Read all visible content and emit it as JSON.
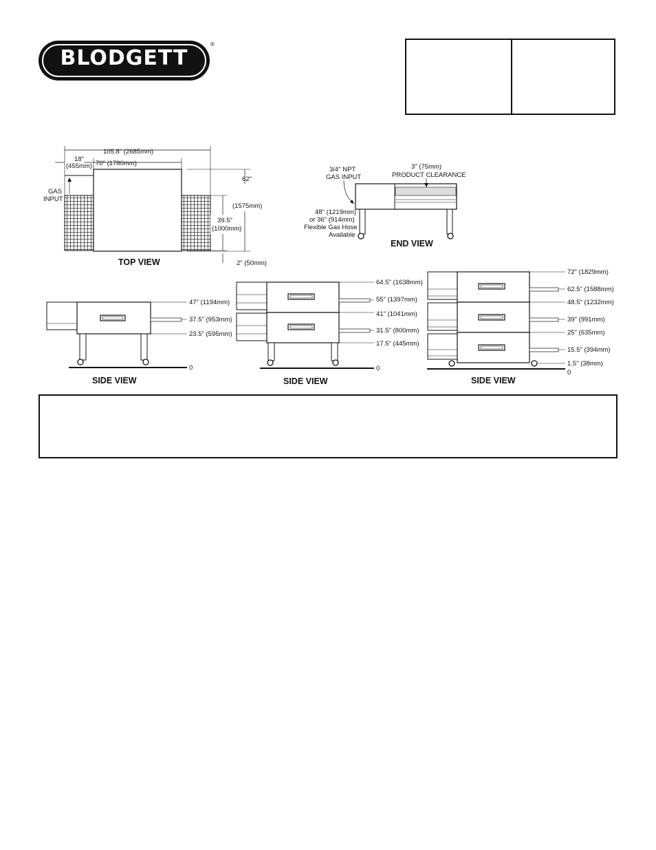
{
  "brand": {
    "logo_text": "BLODGETT",
    "registered_mark": "®"
  },
  "top_view": {
    "title": "TOP VIEW",
    "dim_overall": "105.8\" (2685mm)",
    "dim_conveyor_ext_line1": "18\"",
    "dim_conveyor_ext_line2": "(455mm)",
    "dim_oven": "70\" (1780mm)",
    "gas_input_line1": "GAS",
    "gas_input_line2": "INPUT",
    "dim_depth_line1": "62\"",
    "dim_depth_line2": "(1575mm)",
    "dim_belt_line1": "39.5\"",
    "dim_belt_line2": "(1000mm)",
    "dim_clearance": "2\" (50mm)"
  },
  "end_view": {
    "title": "END VIEW",
    "gas_line1": "3/4\" NPT",
    "gas_line2": "GAS INPUT",
    "clearance_line1": "3\" (75mm)",
    "clearance_line2": "PRODUCT CLEARANCE",
    "hose_line1": "48\" (1219mm)",
    "hose_line2": "or 36\" (914mm)",
    "hose_line3": "Flexible Gas Hose",
    "hose_line4": "Available"
  },
  "side_view_single": {
    "title": "SIDE VIEW",
    "dims": [
      "47\" (1194mm)",
      "37.5\" (953mm)",
      "23.5\" (595mm)"
    ],
    "zero": "0"
  },
  "side_view_double": {
    "title": "SIDE VIEW",
    "dims": [
      "64.5\" (1638mm)",
      "55\" (1397mm)",
      "41\" (1041mm)",
      "31.5\" (800mm)",
      "17.5\" (445mm)"
    ],
    "zero": "0"
  },
  "side_view_triple": {
    "title": "SIDE VIEW",
    "dims": [
      "72\" (1829mm)",
      "62.5\" (1588mm)",
      "48.5\" (1232mm)",
      "39\" (991mm)",
      "25\" (635mm)",
      "15.5\" (394mm)",
      "1.5\" (38mm)"
    ],
    "zero": "0"
  }
}
